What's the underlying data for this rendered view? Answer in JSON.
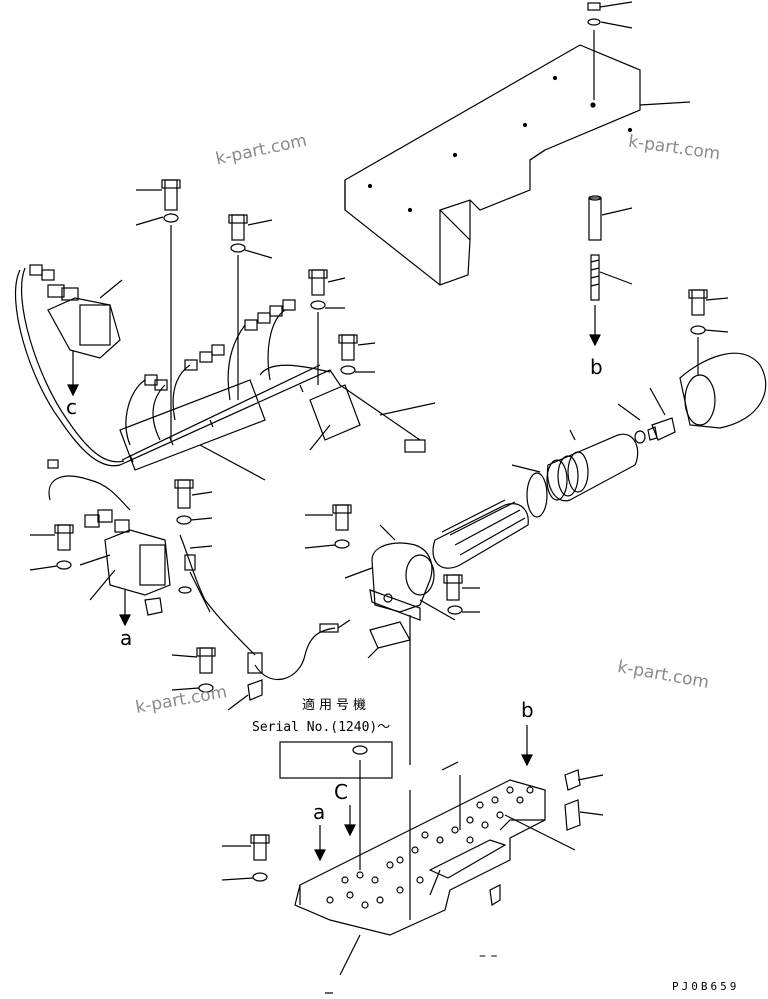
{
  "watermarks": [
    "k-part.com",
    "k-part.com",
    "k-part.com",
    "k-part.com"
  ],
  "serial_note": {
    "jp": "適用号機",
    "en": "Serial No.(1240)～"
  },
  "view_labels": {
    "a": "a",
    "b": "b",
    "c": "c"
  },
  "bottom_dash": "– –",
  "bottom_mark": "–",
  "drawing_code": "PJ0B659"
}
